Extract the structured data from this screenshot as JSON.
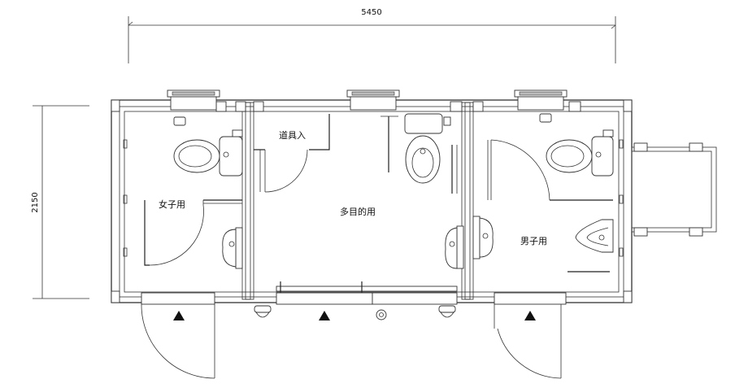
{
  "dimensions": {
    "width": "5450",
    "height": "2150"
  },
  "rooms": {
    "womens": "女子用",
    "multipurpose": "多目的用",
    "mens": "男子用",
    "storage": "道具入"
  }
}
